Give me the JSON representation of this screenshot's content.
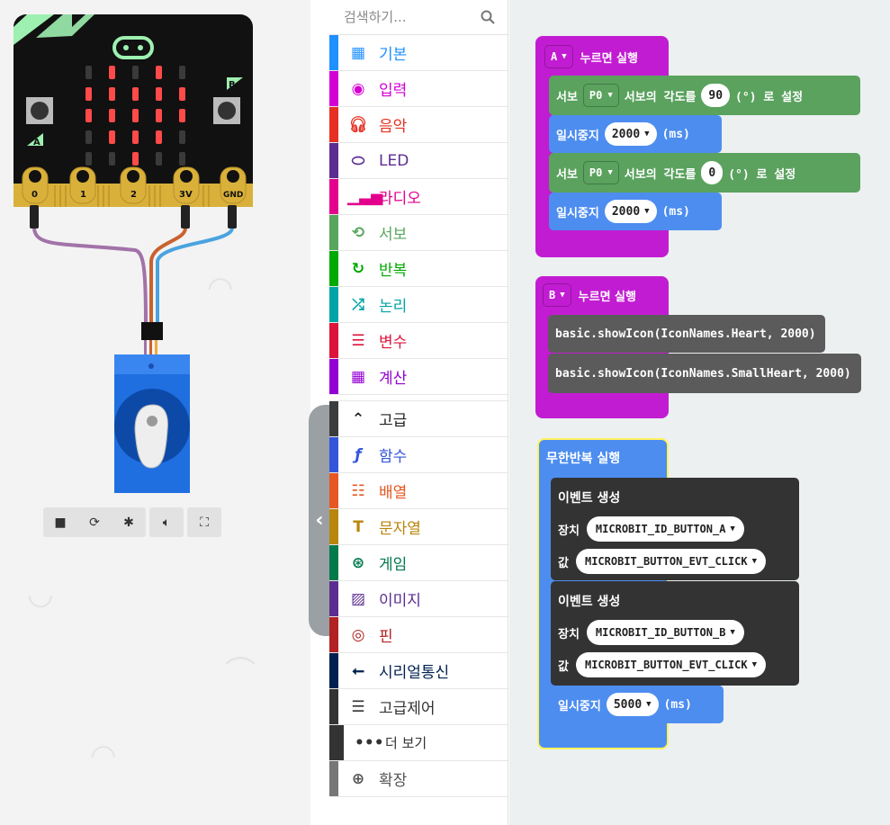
{
  "simulator": {
    "pins": [
      "0",
      "1",
      "2",
      "3V",
      "GND"
    ],
    "led_matrix": [
      [
        0,
        1,
        0,
        1,
        0
      ],
      [
        1,
        1,
        1,
        1,
        1
      ],
      [
        1,
        1,
        1,
        1,
        1
      ],
      [
        0,
        1,
        1,
        1,
        0
      ],
      [
        0,
        0,
        1,
        0,
        0
      ]
    ],
    "button_a": "A",
    "button_b": "B",
    "toolbar": {
      "stop_icon": "stop-icon",
      "restart_icon": "restart-icon",
      "debug_icon": "debug-icon",
      "sound_icon": "sound-icon",
      "fullscreen_icon": "fullscreen-icon"
    }
  },
  "toolbox": {
    "search_placeholder": "검색하기...",
    "categories": [
      {
        "label": "기본",
        "color": "#1e90ff"
      },
      {
        "label": "입력",
        "color": "#d400d4"
      },
      {
        "label": "음악",
        "color": "#e63022"
      },
      {
        "label": "LED",
        "color": "#5c2d91"
      },
      {
        "label": "라디오",
        "color": "#e3008c"
      },
      {
        "label": "서보",
        "color": "#58a65c"
      },
      {
        "label": "반복",
        "color": "#00aa00"
      },
      {
        "label": "논리",
        "color": "#00a4a6"
      },
      {
        "label": "변수",
        "color": "#dc143c"
      },
      {
        "label": "계산",
        "color": "#9400d3"
      }
    ],
    "advanced": [
      {
        "label": "고급",
        "color": "#3c3c3c"
      },
      {
        "label": "함수",
        "color": "#3455db"
      },
      {
        "label": "배열",
        "color": "#e65722"
      },
      {
        "label": "문자열",
        "color": "#b8860b"
      },
      {
        "label": "게임",
        "color": "#007a4b"
      },
      {
        "label": "이미지",
        "color": "#5c2d91"
      },
      {
        "label": "핀",
        "color": "#b22222"
      },
      {
        "label": "시리얼통신",
        "color": "#002050"
      },
      {
        "label": "고급제어",
        "color": "#333333"
      },
      {
        "label": "더 보기",
        "color": "#333333"
      },
      {
        "label": "확장",
        "color": "#777777"
      }
    ]
  },
  "workspace": {
    "event_a": {
      "button": "A",
      "label": "누르면 실행",
      "servo1": {
        "prefix": "서보",
        "pin": "P0",
        "mid": "서보의 각도를",
        "value": "90",
        "suffix": "(°) 로 설정"
      },
      "pause1": {
        "label": "일시중지",
        "value": "2000",
        "unit": "(ms)"
      },
      "servo2": {
        "prefix": "서보",
        "pin": "P0",
        "mid": "서보의 각도를",
        "value": "0",
        "suffix": "(°) 로 설정"
      },
      "pause2": {
        "label": "일시중지",
        "value": "2000",
        "unit": "(ms)"
      }
    },
    "event_b": {
      "button": "B",
      "label": "누르면 실행",
      "code1": "basic.showIcon(IconNames.Heart, 2000)",
      "code2": "basic.showIcon(IconNames.SmallHeart, 2000)"
    },
    "forever": {
      "label": "무한반복 실행",
      "raise1": {
        "label": "이벤트 생성",
        "source_label": "장치",
        "source": "MICROBIT_ID_BUTTON_A",
        "value_label": "값",
        "value": "MICROBIT_BUTTON_EVT_CLICK"
      },
      "raise2": {
        "label": "이벤트 생성",
        "source_label": "장치",
        "source": "MICROBIT_ID_BUTTON_B",
        "value_label": "값",
        "value": "MICROBIT_BUTTON_EVT_CLICK"
      },
      "pause": {
        "label": "일시중지",
        "value": "5000",
        "unit": "(ms)"
      }
    }
  }
}
